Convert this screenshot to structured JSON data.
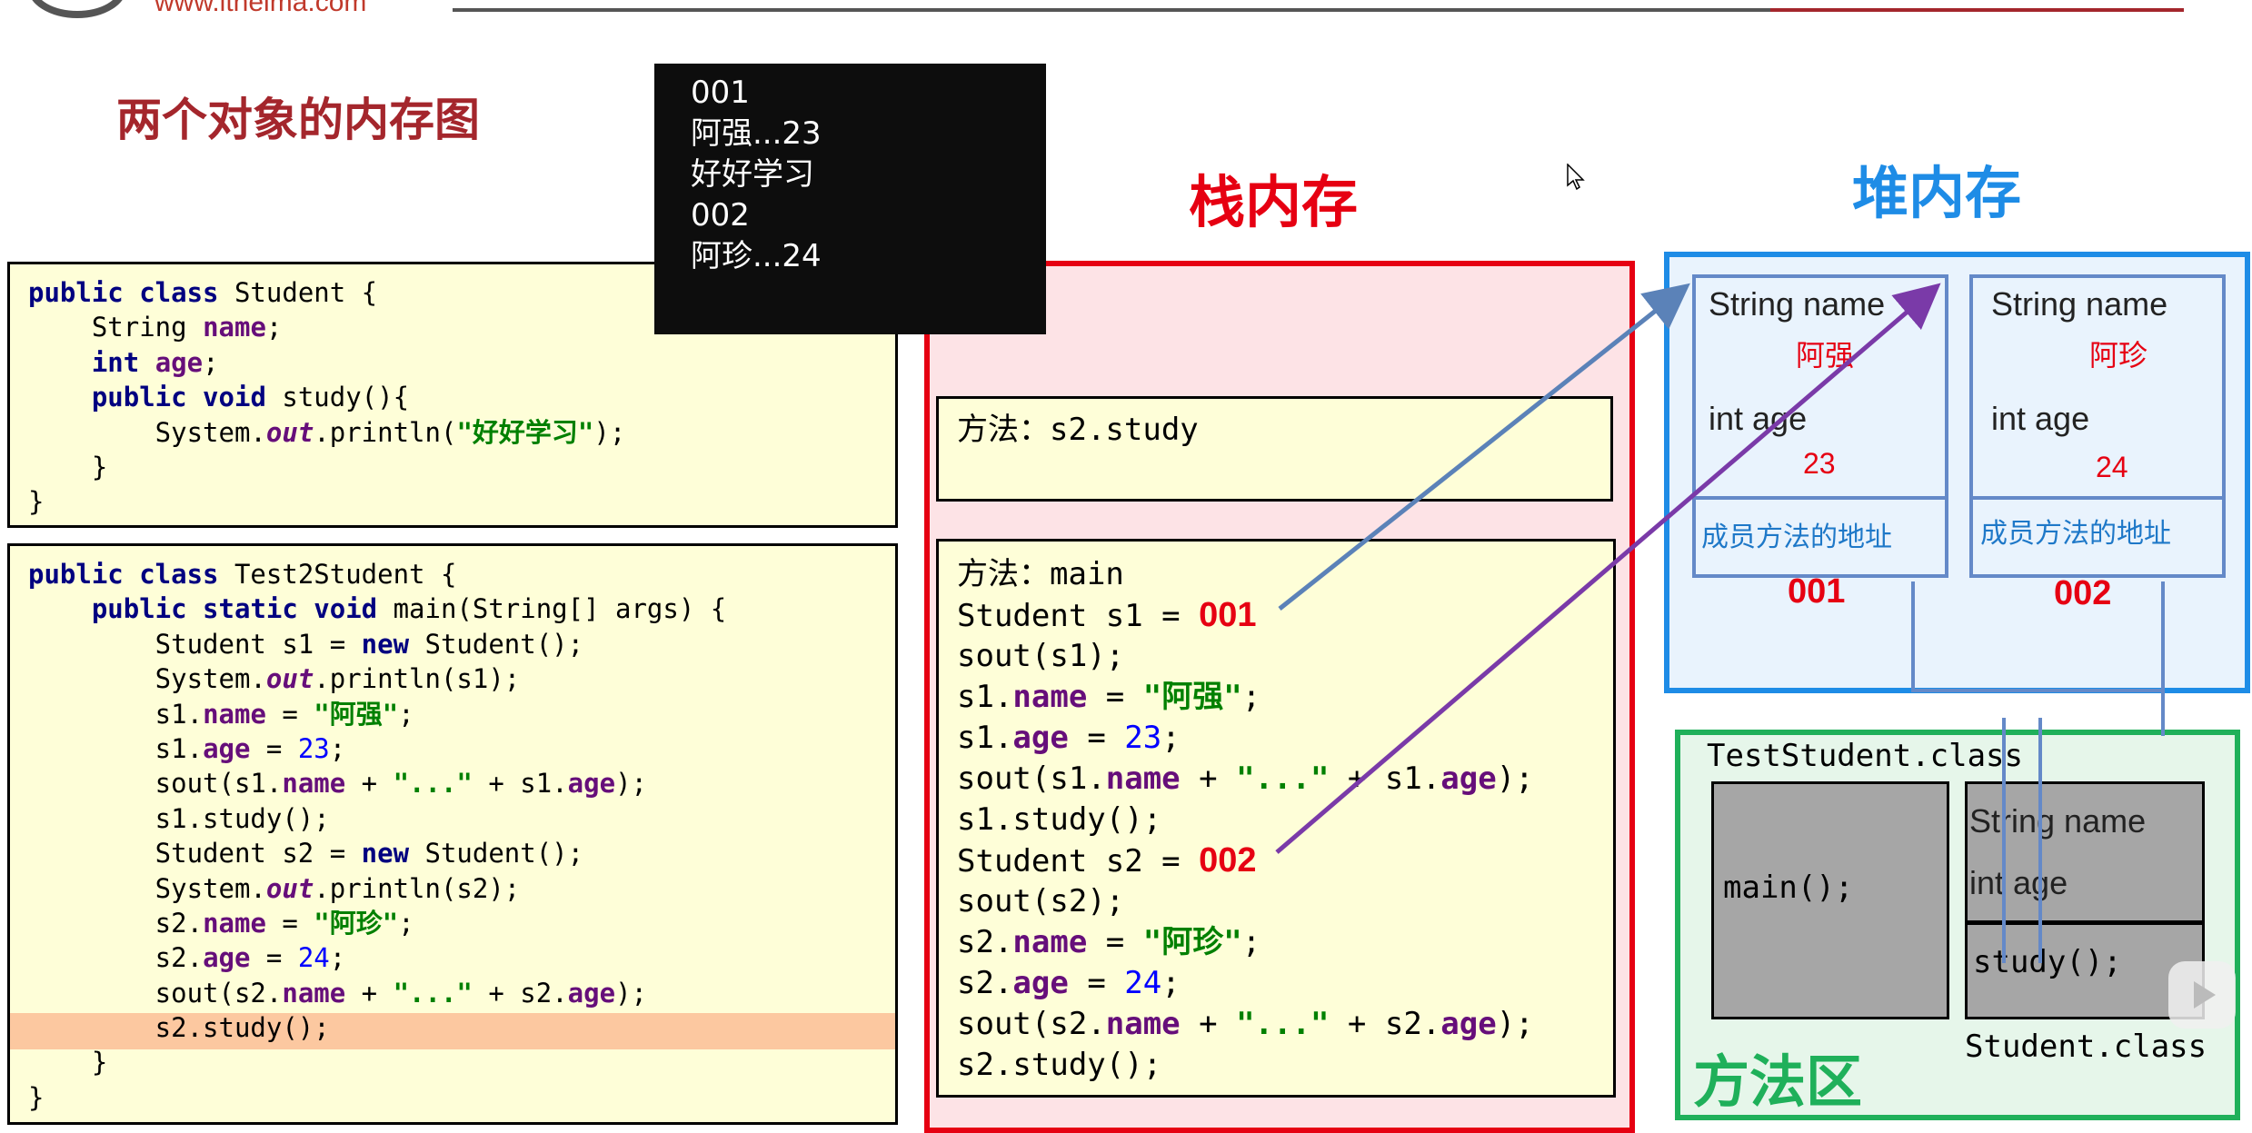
{
  "header": {
    "site": "www.itheima.com"
  },
  "slide_title": "两个对象的内存图",
  "console": {
    "lines": [
      "001",
      "阿强...23",
      "好好学习",
      "002",
      "阿珍...24"
    ]
  },
  "code_student": {
    "l1": [
      "public class",
      " Student {"
    ],
    "l2": [
      "    String ",
      "name",
      ";"
    ],
    "l3": [
      "    ",
      "int",
      " ",
      "age",
      ";"
    ],
    "l4": [
      "    ",
      "public void",
      " study(){"
    ],
    "l5": [
      "        System.",
      "out",
      ".println(",
      "\"好好学习\"",
      ");"
    ],
    "l6": "    }",
    "l7": "}"
  },
  "code_test": {
    "l1": [
      "public class",
      " Test2Student {"
    ],
    "l2": [
      "    ",
      "public static void",
      " main(String[] args) {"
    ],
    "l3": [
      "        Student s1 = ",
      "new",
      " Student();"
    ],
    "l4": [
      "        System.",
      "out",
      ".println(s1);"
    ],
    "l5": [
      "        s1.",
      "name",
      " = ",
      "\"阿强\"",
      ";"
    ],
    "l6": [
      "        s1.",
      "age",
      " = ",
      "23",
      ";"
    ],
    "l7": [
      "        sout(s1.",
      "name",
      " + ",
      "\"...\"",
      " + s1.",
      "age",
      ");"
    ],
    "l8": "        s1.study();",
    "l9": [
      "        Student s2 = ",
      "new",
      " Student();"
    ],
    "l10": [
      "        System.",
      "out",
      ".println(s2);"
    ],
    "l11": [
      "        s2.",
      "name",
      " = ",
      "\"阿珍\"",
      ";"
    ],
    "l12": [
      "        s2.",
      "age",
      " = ",
      "24",
      ";"
    ],
    "l13": [
      "        sout(s2.",
      "name",
      " + ",
      "\"...\"",
      " + s2.",
      "age",
      ");"
    ],
    "l14": "        s2.study();",
    "l15": "    }",
    "l16": "}"
  },
  "stack": {
    "title": "栈内存",
    "frame_study": "方法：s2.study",
    "main": {
      "l1": "方法：main",
      "l2": "Student s1 = ",
      "addr1": "001",
      "l3": "sout(s1);",
      "l4": [
        "s1.",
        "name",
        " = ",
        "\"阿强\"",
        ";"
      ],
      "l5": [
        "s1.",
        "age",
        " = ",
        "23",
        ";"
      ],
      "l6": [
        "sout(s1.",
        "name",
        " + ",
        "\"...\"",
        " + s1.",
        "age",
        ");"
      ],
      "l7": "s1.study();",
      "l8": "Student s2 = ",
      "addr2": "002",
      "l9": "sout(s2);",
      "l10": [
        "s2.",
        "name",
        " = ",
        "\"阿珍\"",
        ";"
      ],
      "l11": [
        "s2.",
        "age",
        " = ",
        "24",
        ";"
      ],
      "l12": [
        "sout(s2.",
        "name",
        " + ",
        "\"...\"",
        " + s2.",
        "age",
        ");"
      ],
      "l13": "s2.study();"
    }
  },
  "heap": {
    "title": "堆内存",
    "objects": [
      {
        "field1": "String name",
        "value1": "阿强",
        "field2": "int age",
        "value2": "23",
        "method_addr": "成员方法的地址",
        "addr": "001"
      },
      {
        "field1": "String name",
        "value1": "阿珍",
        "field2": "int age",
        "value2": "24",
        "method_addr": "成员方法的地址",
        "addr": "002"
      }
    ]
  },
  "method_area": {
    "title": "方法区",
    "test_class": "TestStudent.class",
    "main_method": "main();",
    "student_fields": "String name",
    "student_fields2": "int age",
    "student_method": "study();",
    "student_class": "Student.class"
  },
  "colors": {
    "title_red": "#a4262c",
    "stack_red": "#e60012",
    "heap_blue": "#1e8ce6",
    "arrow_blue": "#5b82b8",
    "arrow_purple": "#7a3aa8",
    "method_green": "#1fb05a"
  }
}
